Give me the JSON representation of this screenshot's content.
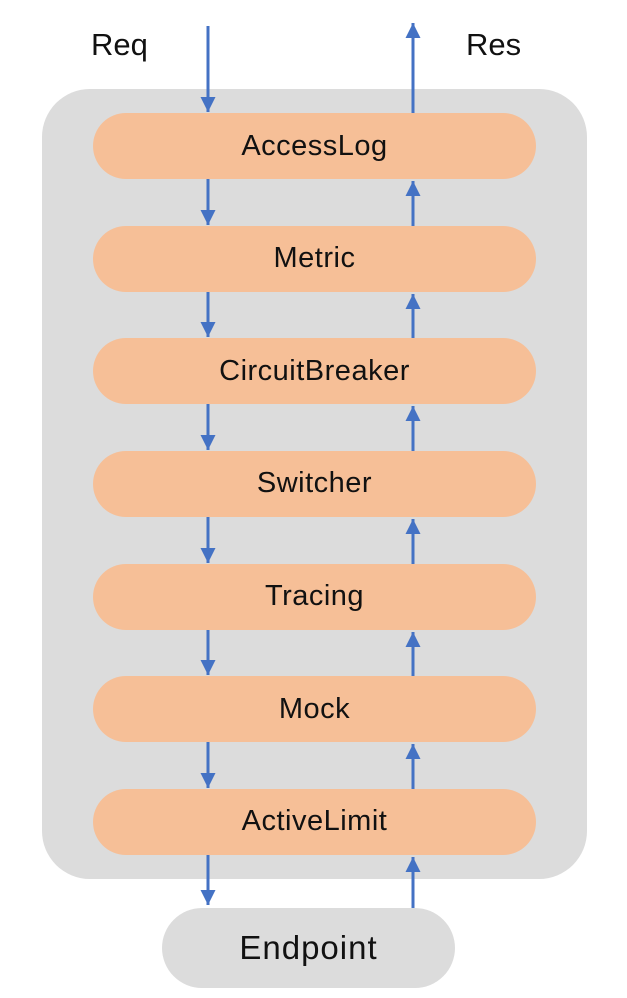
{
  "diagram": {
    "request_label": "Req",
    "response_label": "Res",
    "endpoint_label": "Endpoint",
    "middlewares": [
      "AccessLog",
      "Metric",
      "CircuitBreaker",
      "Switcher",
      "Tracing",
      "Mock",
      "ActiveLimit"
    ]
  },
  "colors": {
    "middleware_fill": "#F6BF97",
    "container_fill": "#DCDCDC",
    "endpoint_fill": "#DCDCDC",
    "arrow": "#4472C4",
    "text": "#111111",
    "background": "#FFFFFF"
  }
}
